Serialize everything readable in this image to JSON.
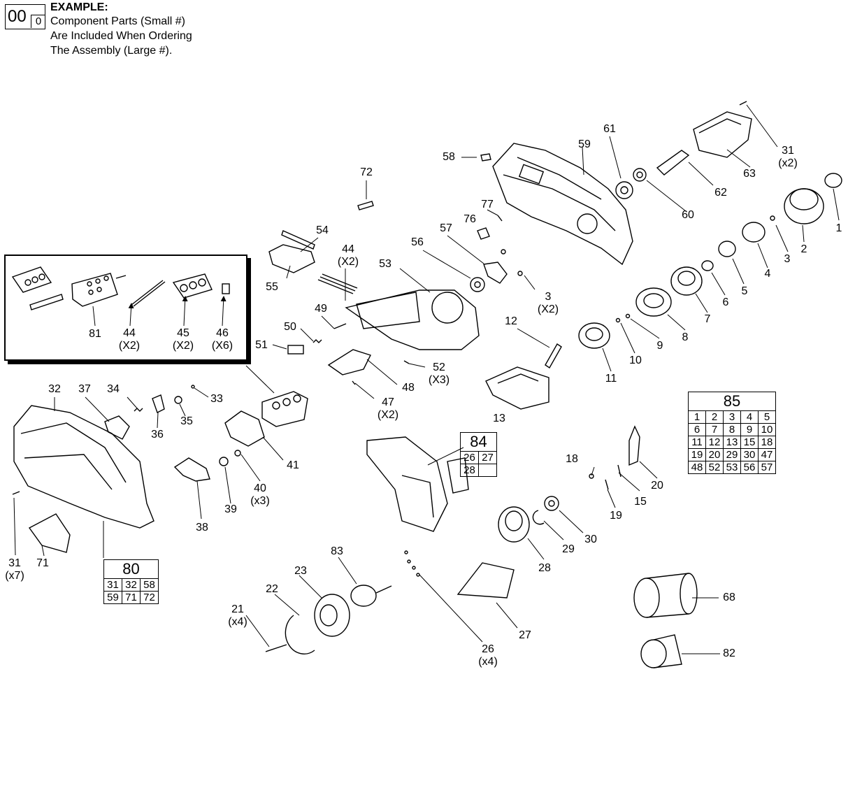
{
  "legend": {
    "big": "00",
    "small": "0",
    "title": "EXAMPLE:",
    "lines": [
      "Component Parts (Small #)",
      "Are Included When Ordering",
      "The Assembly (Large #)."
    ]
  },
  "callouts": [
    {
      "id": "c1",
      "num": "1"
    },
    {
      "id": "c2",
      "num": "2"
    },
    {
      "id": "c3a",
      "num": "3"
    },
    {
      "id": "c3b",
      "num": "3",
      "qty": "(X2)"
    },
    {
      "id": "c4",
      "num": "4"
    },
    {
      "id": "c5",
      "num": "5"
    },
    {
      "id": "c6",
      "num": "6"
    },
    {
      "id": "c7",
      "num": "7"
    },
    {
      "id": "c8",
      "num": "8"
    },
    {
      "id": "c9",
      "num": "9"
    },
    {
      "id": "c10",
      "num": "10"
    },
    {
      "id": "c11",
      "num": "11"
    },
    {
      "id": "c12",
      "num": "12"
    },
    {
      "id": "c13",
      "num": "13"
    },
    {
      "id": "c15",
      "num": "15"
    },
    {
      "id": "c18",
      "num": "18"
    },
    {
      "id": "c19",
      "num": "19"
    },
    {
      "id": "c20",
      "num": "20"
    },
    {
      "id": "c21",
      "num": "21",
      "qty": "(x4)"
    },
    {
      "id": "c22",
      "num": "22"
    },
    {
      "id": "c23",
      "num": "23"
    },
    {
      "id": "c26",
      "num": "26",
      "qty": "(x4)"
    },
    {
      "id": "c27",
      "num": "27"
    },
    {
      "id": "c28",
      "num": "28"
    },
    {
      "id": "c29",
      "num": "29"
    },
    {
      "id": "c30",
      "num": "30"
    },
    {
      "id": "c31a",
      "num": "31",
      "qty": "(x2)"
    },
    {
      "id": "c31b",
      "num": "31",
      "qty": "(x7)"
    },
    {
      "id": "c32",
      "num": "32"
    },
    {
      "id": "c33",
      "num": "33"
    },
    {
      "id": "c34",
      "num": "34"
    },
    {
      "id": "c35",
      "num": "35"
    },
    {
      "id": "c36",
      "num": "36"
    },
    {
      "id": "c37",
      "num": "37"
    },
    {
      "id": "c38",
      "num": "38"
    },
    {
      "id": "c39",
      "num": "39"
    },
    {
      "id": "c40",
      "num": "40",
      "qty": "(x3)"
    },
    {
      "id": "c41",
      "num": "41"
    },
    {
      "id": "c44a",
      "num": "44",
      "qty": "(X2)"
    },
    {
      "id": "c44b",
      "num": "44",
      "qty": "(X2)"
    },
    {
      "id": "c45",
      "num": "45",
      "qty": "(X2)"
    },
    {
      "id": "c46",
      "num": "46",
      "qty": "(X6)"
    },
    {
      "id": "c47",
      "num": "47",
      "qty": "(X2)"
    },
    {
      "id": "c48",
      "num": "48"
    },
    {
      "id": "c49",
      "num": "49"
    },
    {
      "id": "c50",
      "num": "50"
    },
    {
      "id": "c51",
      "num": "51"
    },
    {
      "id": "c52",
      "num": "52",
      "qty": "(X3)"
    },
    {
      "id": "c53",
      "num": "53"
    },
    {
      "id": "c54",
      "num": "54"
    },
    {
      "id": "c55",
      "num": "55"
    },
    {
      "id": "c56",
      "num": "56"
    },
    {
      "id": "c57",
      "num": "57"
    },
    {
      "id": "c58",
      "num": "58"
    },
    {
      "id": "c59",
      "num": "59"
    },
    {
      "id": "c60",
      "num": "60"
    },
    {
      "id": "c61",
      "num": "61"
    },
    {
      "id": "c62",
      "num": "62"
    },
    {
      "id": "c63",
      "num": "63"
    },
    {
      "id": "c68",
      "num": "68"
    },
    {
      "id": "c71",
      "num": "71"
    },
    {
      "id": "c72",
      "num": "72"
    },
    {
      "id": "c76",
      "num": "76"
    },
    {
      "id": "c77",
      "num": "77"
    },
    {
      "id": "c81",
      "num": "81"
    },
    {
      "id": "c82",
      "num": "82"
    },
    {
      "id": "c83",
      "num": "83"
    }
  ],
  "kits": [
    {
      "id": "k80",
      "title": "80",
      "rows": [
        [
          "31",
          "32",
          "58"
        ],
        [
          "59",
          "71",
          "72"
        ]
      ]
    },
    {
      "id": "k84",
      "title": "84",
      "rows": [
        [
          "26",
          "27"
        ],
        [
          "28",
          ""
        ]
      ]
    },
    {
      "id": "k85",
      "title": "85",
      "rows": [
        [
          "1",
          "2",
          "3",
          "4",
          "5"
        ],
        [
          "6",
          "7",
          "8",
          "9",
          "10"
        ],
        [
          "11",
          "12",
          "13",
          "15",
          "18"
        ],
        [
          "19",
          "20",
          "29",
          "30",
          "47"
        ],
        [
          "48",
          "52",
          "53",
          "56",
          "57"
        ]
      ]
    }
  ]
}
